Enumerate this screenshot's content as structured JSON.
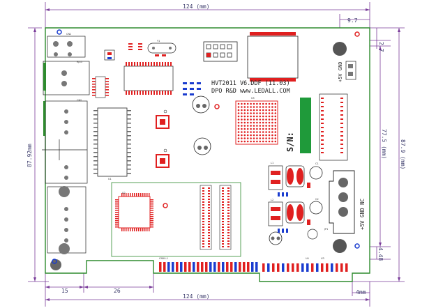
{
  "board": {
    "title_line1": "HVT2011 V6.DDF (11.03)",
    "title_line2": "DPO R&D www.LEDALL.COM",
    "sn_label": "S/N:",
    "power_top": "+5V GND",
    "power_bottom": "+5V GND NC"
  },
  "dimensions": {
    "top_width": "124 (mm)",
    "bottom_width": "124 (mm)",
    "right_hole_x": "9.7",
    "right_hole_y": "2.7",
    "inner_height": "77.5 (mm)",
    "outer_height": "87.9 (mm)",
    "left_height": "87.92mm",
    "bottom_hole": "4.48",
    "left_offset": "15",
    "notch_offset": "26",
    "right_tab": "4mm"
  },
  "parts": {
    "conn_top": "CN1",
    "conn_left": "CN2",
    "rj45": "RJ45",
    "u1": "U1",
    "u2": "U2",
    "u3": "U3",
    "u4": "U4",
    "c1": "C1",
    "c2": "C2",
    "l1": "L1",
    "l2": "L2",
    "jp1": "JP1",
    "bus": "CN50-1",
    "fpga": "U5",
    "xtal": "Y1"
  },
  "colors": {
    "board_outline": "#2e8b2e",
    "silkscreen": "#222222",
    "pad_red": "#e02020",
    "pad_blue": "#1a3ccf",
    "dimension": "#7a3c9a",
    "sn_green": "#1f9a3a"
  }
}
